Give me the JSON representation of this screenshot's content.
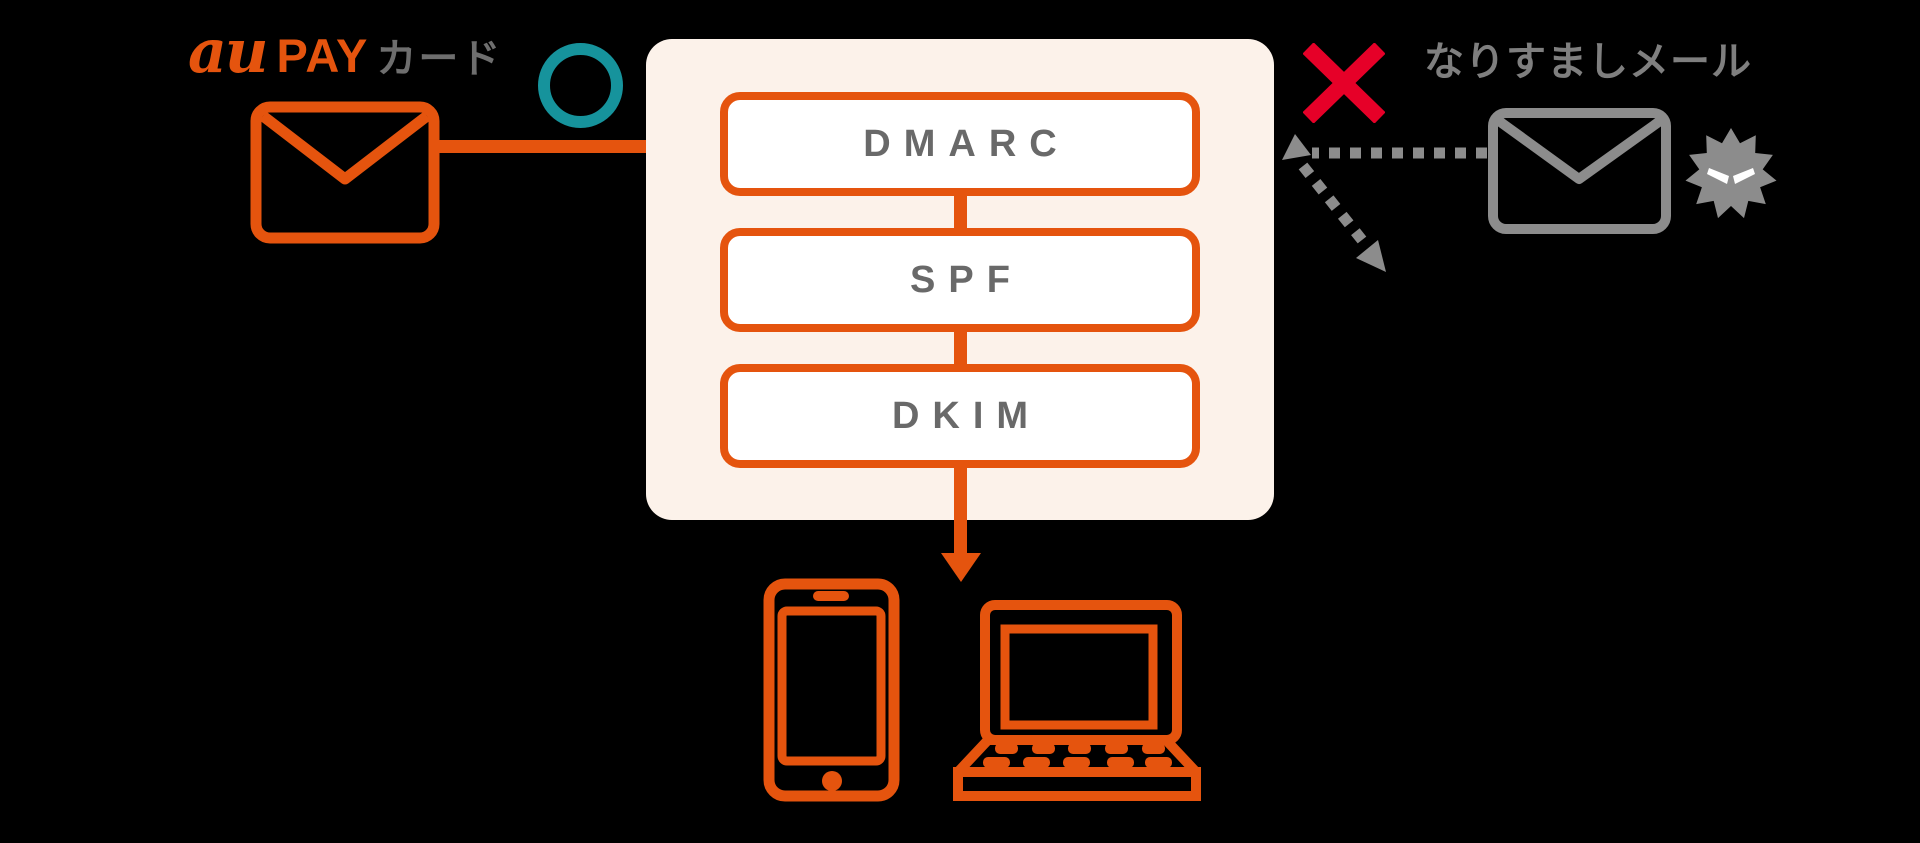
{
  "colors": {
    "background": "#000000",
    "orange": "#E5540E",
    "cream": "#FCF2EA",
    "teal": "#16939C",
    "red": "#E60028",
    "grayicon": "#8C8C8C",
    "graytext": "#7F7F7F",
    "graytext2": "#6E6E6E",
    "boxtext": "#696969"
  },
  "sender": {
    "brand_au": "au",
    "brand_pay": "PAY",
    "brand_suffix": "カード",
    "mail_icon": "envelope",
    "result_icon": "ok-circle"
  },
  "auth_panel": {
    "boxes": [
      {
        "label": "DMARC"
      },
      {
        "label": "SPF"
      },
      {
        "label": "DKIM"
      }
    ]
  },
  "spoof": {
    "label": "なりすましメール",
    "mail_icon": "envelope-with-virus",
    "result_icon": "blocked-x"
  },
  "devices": {
    "items": [
      "smartphone",
      "laptop"
    ]
  }
}
